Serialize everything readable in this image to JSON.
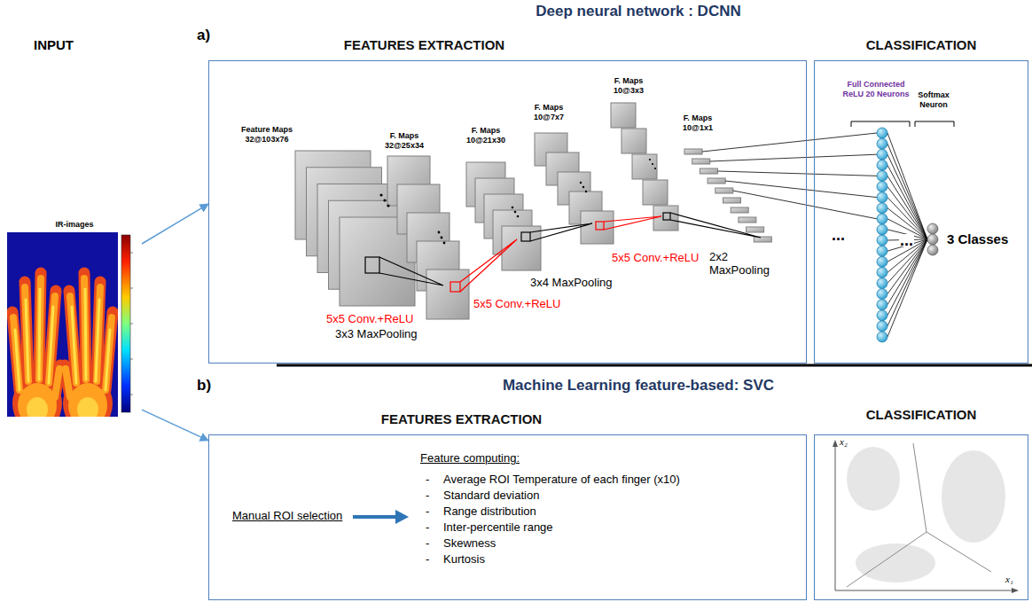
{
  "diagram": {
    "nodes": [
      {
        "text": [
          "IR-images"
        ]
      },
      {
        "text": [
          "FEATURES EXTRACTION"
        ]
      },
      {
        "text": [
          "CLASSIFICATION"
        ]
      },
      {
        "text": [
          "FEATURES EXTRACTION"
        ]
      },
      {
        "text": [
          "CLASSIFICATION"
        ]
      }
    ],
    "edges": [
      {
        "from": 0,
        "to": 1,
        "arrow": "to"
      },
      {
        "from": 0,
        "to": 3,
        "arrow": "to"
      }
    ],
    "labels": [
      "INPUT",
      "a)",
      "Deep neural network : DCNN",
      "Feature Maps 32@103x76",
      "F. Maps 32@25x34",
      "F. Maps 10@21x30",
      "F. Maps 10@7x7",
      "F. Maps 10@3x3",
      "F. Maps 10@1x1",
      "5x5 Conv.+ReLU",
      "3x3 MaxPooling",
      "5x5 Conv.+ReLU",
      "3x4 MaxPooling",
      "5x5 Conv.+ReLU",
      "2x2 MaxPooling",
      "Full Connected ReLU 20 Neurons",
      "Softmax Neuron",
      "...",
      "...",
      "3 Classes",
      "b)",
      "Machine Learning feature-based: SVC",
      "Manual ROI selection",
      "Feature computing:",
      "-",
      "Average ROI Temperature of each finger (x10)",
      "-",
      "Standard deviation",
      "-",
      "Range distribution",
      "-",
      "Inter-percentile range",
      "-",
      "Skewness",
      "-",
      "Kurtosis",
      "x₂",
      "x₁"
    ]
  }
}
